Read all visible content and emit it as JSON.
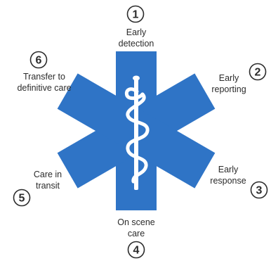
{
  "colors": {
    "star_fill": "#2f74c6",
    "star_stroke": "#1a4f93",
    "symbol": "#ffffff",
    "text": "#2b2b2b"
  },
  "center_symbol": "rod-of-asclepius-icon",
  "steps": [
    {
      "number": "1",
      "line1": "Early",
      "line2": "detection"
    },
    {
      "number": "2",
      "line1": "Early",
      "line2": "reporting"
    },
    {
      "number": "3",
      "line1": "Early",
      "line2": "response"
    },
    {
      "number": "4",
      "line1": "On scene",
      "line2": "care"
    },
    {
      "number": "5",
      "line1": "Care in",
      "line2": "transit"
    },
    {
      "number": "6",
      "line1": "Transfer to",
      "line2": "definitive care"
    }
  ]
}
